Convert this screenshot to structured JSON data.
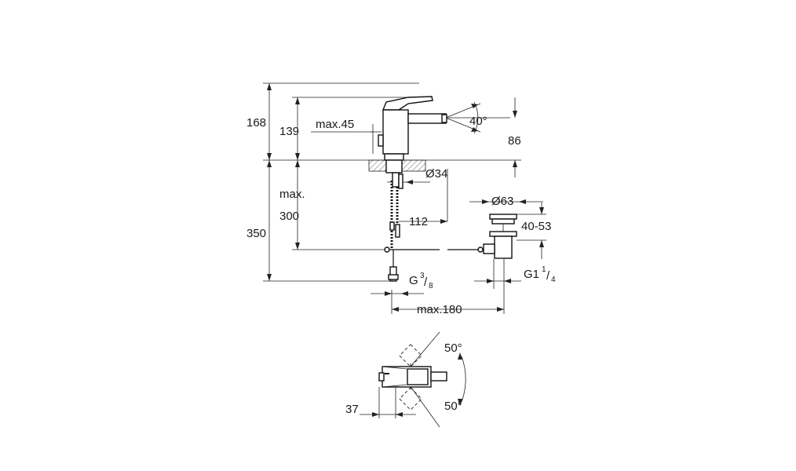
{
  "drawing": {
    "side_view": {
      "dims": {
        "height_total": "168",
        "height_body": "139",
        "lever_reach": "max.45",
        "spray_angle": "40°",
        "spout_height": "86",
        "hole_diameter": "Ø34",
        "waste_diameter": "Ø63",
        "waste_offset": "112",
        "deck_range": "40-53",
        "hose_max_label": "max.",
        "hose_max_value": "300",
        "overall_depth": "350",
        "inlet_thread": "G",
        "inlet_thread_sup": "3",
        "inlet_thread_sub": "8",
        "waste_thread": "G1",
        "waste_thread_sup": "1",
        "waste_thread_sub": "4",
        "projection_max": "max.180"
      }
    },
    "plan_view": {
      "dims": {
        "swivel_top": "50°",
        "swivel_bottom": "50°",
        "offset": "37"
      }
    }
  }
}
